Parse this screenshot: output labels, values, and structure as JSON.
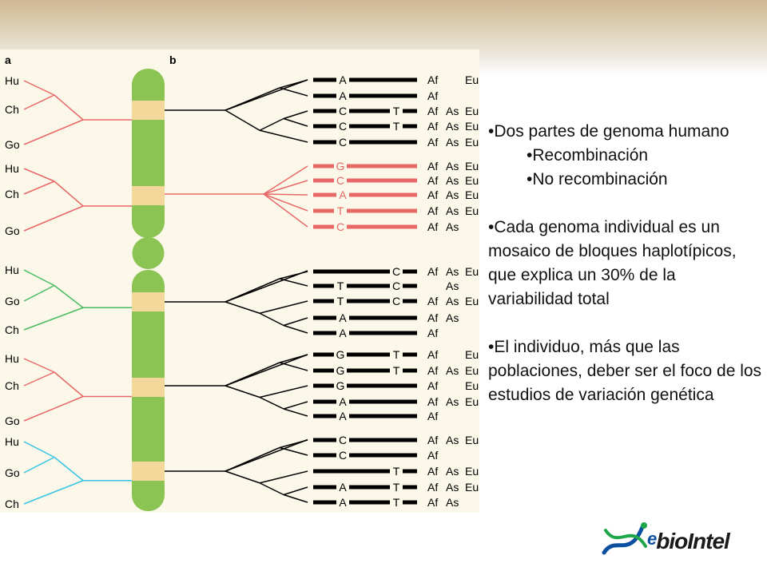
{
  "diagram": {
    "panel_labels": [
      "a",
      "b"
    ],
    "tree_colors": {
      "red": "#e86868",
      "green": "#48bb60",
      "cyan": "#38c2e4",
      "black": "#000000",
      "chromosome_green": "#8cc454",
      "band_yellow": "#f4d79a"
    },
    "trees": [
      {
        "color": "red",
        "taxa": [
          "Hu",
          "Ch",
          "Go"
        ]
      },
      {
        "color": "red",
        "taxa": [
          "Hu",
          "Ch",
          "Go"
        ]
      },
      {
        "color": "green",
        "taxa": [
          "Hu",
          "Go",
          "Ch"
        ]
      },
      {
        "color": "red",
        "taxa": [
          "Hu",
          "Ch",
          "Go"
        ]
      },
      {
        "color": "cyan",
        "taxa": [
          "Hu",
          "Go",
          "Ch"
        ]
      }
    ],
    "haplotype_blocks": [
      {
        "color": "black",
        "rows": [
          {
            "alleles": [
              "A",
              ""
            ],
            "pops": [
              "Af",
              "",
              "Eu"
            ]
          },
          {
            "alleles": [
              "A",
              ""
            ],
            "pops": [
              "Af",
              "",
              ""
            ]
          },
          {
            "alleles": [
              "C",
              "T"
            ],
            "pops": [
              "Af",
              "As",
              "Eu"
            ]
          },
          {
            "alleles": [
              "C",
              "T"
            ],
            "pops": [
              "Af",
              "As",
              "Eu"
            ]
          },
          {
            "alleles": [
              "C",
              ""
            ],
            "pops": [
              "Af",
              "As",
              "Eu"
            ]
          }
        ]
      },
      {
        "color": "red",
        "rows": [
          {
            "alleles": [
              "G",
              ""
            ],
            "pops": [
              "Af",
              "As",
              "Eu"
            ]
          },
          {
            "alleles": [
              "C",
              ""
            ],
            "pops": [
              "Af",
              "As",
              "Eu"
            ]
          },
          {
            "alleles": [
              "A",
              ""
            ],
            "pops": [
              "Af",
              "As",
              "Eu"
            ]
          },
          {
            "alleles": [
              "T",
              ""
            ],
            "pops": [
              "Af",
              "As",
              "Eu"
            ]
          },
          {
            "alleles": [
              "C",
              ""
            ],
            "pops": [
              "Af",
              "As",
              ""
            ]
          }
        ]
      },
      {
        "color": "black",
        "rows": [
          {
            "alleles": [
              "",
              "C"
            ],
            "pops": [
              "Af",
              "As",
              "Eu"
            ]
          },
          {
            "alleles": [
              "T",
              "C"
            ],
            "pops": [
              "",
              "As",
              ""
            ]
          },
          {
            "alleles": [
              "T",
              "C"
            ],
            "pops": [
              "Af",
              "As",
              "Eu"
            ]
          },
          {
            "alleles": [
              "A",
              ""
            ],
            "pops": [
              "Af",
              "As",
              ""
            ]
          },
          {
            "alleles": [
              "A",
              ""
            ],
            "pops": [
              "Af",
              "",
              ""
            ]
          }
        ]
      },
      {
        "color": "black",
        "rows": [
          {
            "alleles": [
              "G",
              "T"
            ],
            "pops": [
              "Af",
              "",
              "Eu"
            ]
          },
          {
            "alleles": [
              "G",
              "T"
            ],
            "pops": [
              "Af",
              "As",
              "Eu"
            ]
          },
          {
            "alleles": [
              "G",
              ""
            ],
            "pops": [
              "Af",
              "",
              "Eu"
            ]
          },
          {
            "alleles": [
              "A",
              ""
            ],
            "pops": [
              "Af",
              "As",
              "Eu"
            ]
          },
          {
            "alleles": [
              "A",
              ""
            ],
            "pops": [
              "Af",
              "",
              ""
            ]
          }
        ]
      },
      {
        "color": "black",
        "rows": [
          {
            "alleles": [
              "C",
              ""
            ],
            "pops": [
              "Af",
              "As",
              "Eu"
            ]
          },
          {
            "alleles": [
              "C",
              ""
            ],
            "pops": [
              "Af",
              "",
              ""
            ]
          },
          {
            "alleles": [
              "",
              "T"
            ],
            "pops": [
              "Af",
              "As",
              "Eu"
            ]
          },
          {
            "alleles": [
              "A",
              "T"
            ],
            "pops": [
              "Af",
              "As",
              "Eu"
            ]
          },
          {
            "alleles": [
              "A",
              "T"
            ],
            "pops": [
              "Af",
              "As",
              ""
            ]
          }
        ]
      }
    ]
  },
  "text": {
    "b1": "•Dos partes de genoma humano",
    "b1a": "•Recombinación",
    "b1b": "•No recombinación",
    "b2": "•Cada genoma individual es un mosaico de bloques haplotípicos, que explica un 30% de la variabilidad total",
    "b3": "•El individuo, más que las poblaciones, deber ser el foco de los estudios de variación genética"
  },
  "logo": {
    "e": "e",
    "word": "bioIntel"
  }
}
